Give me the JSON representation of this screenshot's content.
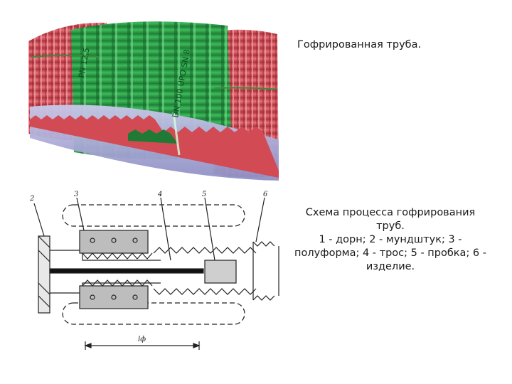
{
  "captions": {
    "pipe_photo": "Гофрированная труба.",
    "scheme_title": "Схема процесса гофрирования труб.",
    "scheme_legend": "1 - дорн; 2 - мундштук; 3 - полуформа; 4 - трос; 5 - пробка; 6 - изделие."
  },
  "pipe_photo": {
    "markings": [
      "PN 12,5",
      "DN 100 UPO SN 8"
    ],
    "colors": {
      "outer_red": "#d9545a",
      "mold_green": "#2fa14a",
      "inner_lilac": "#a9a9d6",
      "dark_green": "#1f7a36"
    }
  },
  "scheme": {
    "callouts": [
      "2",
      "3",
      "4",
      "5",
      "6"
    ],
    "dimension_label": "lф"
  }
}
